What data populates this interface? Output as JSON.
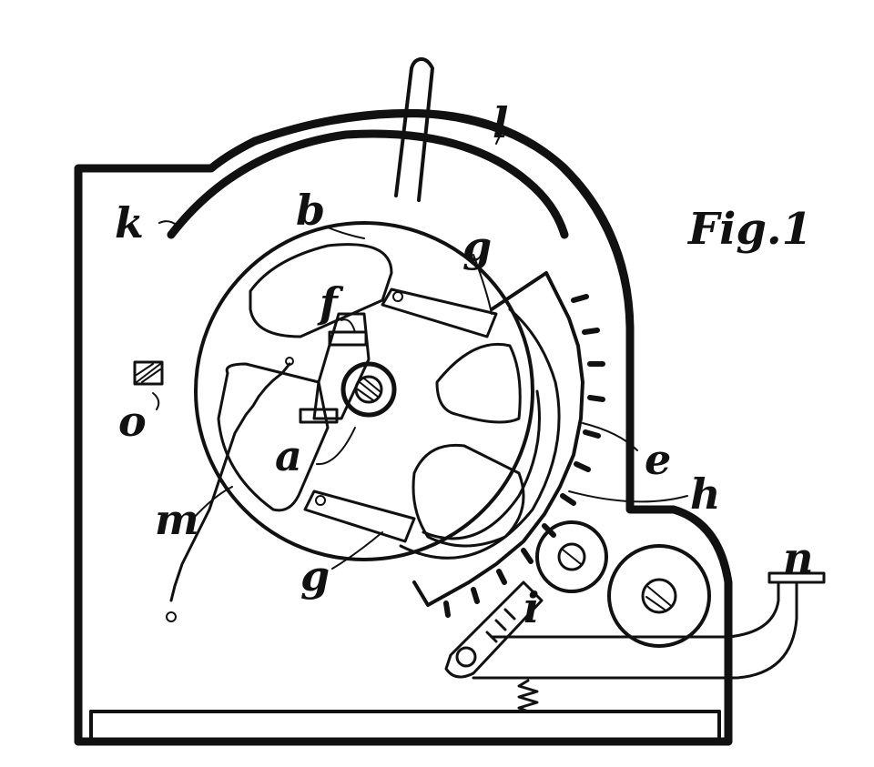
{
  "figure": {
    "title": "Fig.1",
    "labels": {
      "a": "a",
      "b": "b",
      "e": "e",
      "f": "f",
      "g_upper": "g",
      "g_lower": "g",
      "h": "h",
      "i": "i",
      "k": "k",
      "l": "l",
      "m": "m",
      "n": "n",
      "o": "o"
    },
    "ink_color": "#111111",
    "paper_color": "#ffffff"
  }
}
